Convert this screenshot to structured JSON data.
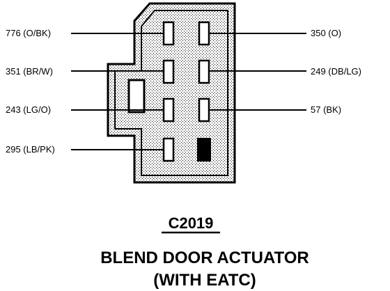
{
  "connector": {
    "id": "C2019",
    "title_line1": "BLEND DOOR ACTUATOR",
    "title_line2": "(WITH EATC)"
  },
  "left_pins": [
    {
      "circuit": "776 (O/BK)"
    },
    {
      "circuit": "351 (BR/W)"
    },
    {
      "circuit": "243 (LG/O)"
    },
    {
      "circuit": "295 (LB/PK)"
    }
  ],
  "right_pins": [
    {
      "circuit": "350 (O)"
    },
    {
      "circuit": "249 (DB/LG)"
    },
    {
      "circuit": "57 (BK)"
    }
  ],
  "colors": {
    "ink": "#000000",
    "shell_fill": "#c8c8c8",
    "pin_fill": "#ffffff"
  }
}
